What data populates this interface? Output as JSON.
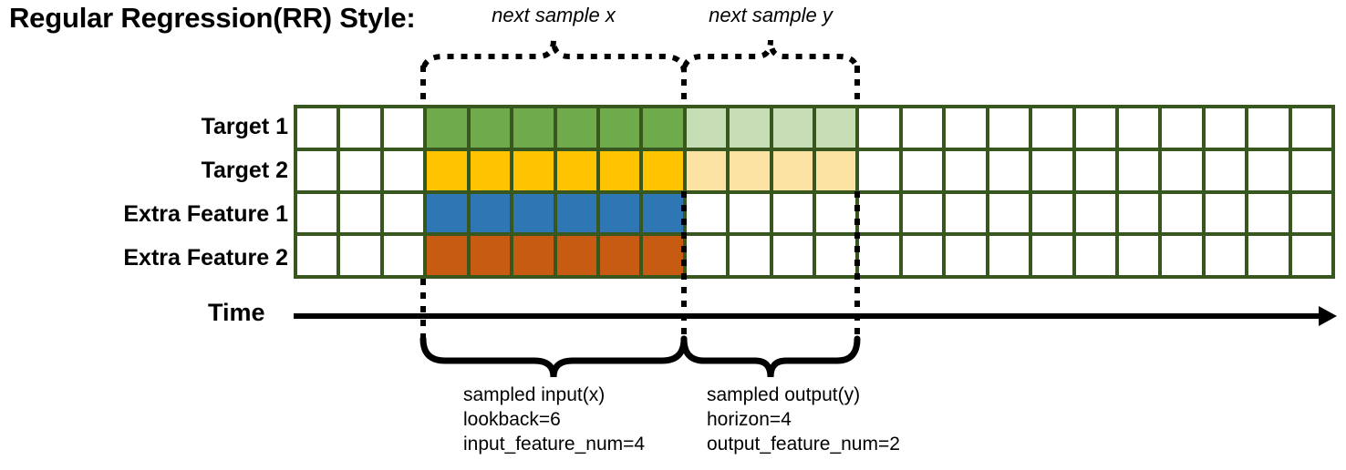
{
  "title": "Regular Regression(RR) Style:",
  "colors": {
    "grid_border": "#38571F",
    "target1": "#6FAB4A",
    "target1_light": "#C6DDB5",
    "target2": "#FFC300",
    "target2_light": "#FCE3A4",
    "extra1": "#2E76B4",
    "extra2": "#C75B11",
    "empty": "#FFFFFF",
    "annotation": "#000000"
  },
  "rows": [
    {
      "label": "Target 1",
      "name": "target-1"
    },
    {
      "label": "Target 2",
      "name": "target-2"
    },
    {
      "label": "Extra Feature 1",
      "name": "extra-feature-1"
    },
    {
      "label": "Extra Feature 2",
      "name": "extra-feature-2"
    }
  ],
  "grid": {
    "total_columns": 24,
    "input_start_col": 4,
    "input_end_col": 9,
    "output_start_col": 10,
    "output_end_col": 13,
    "cells": [
      [
        "empty",
        "empty",
        "empty",
        "target1",
        "target1",
        "target1",
        "target1",
        "target1",
        "target1",
        "target1_light",
        "target1_light",
        "target1_light",
        "target1_light",
        "empty",
        "empty",
        "empty",
        "empty",
        "empty",
        "empty",
        "empty",
        "empty",
        "empty",
        "empty",
        "empty"
      ],
      [
        "empty",
        "empty",
        "empty",
        "target2",
        "target2",
        "target2",
        "target2",
        "target2",
        "target2",
        "target2_light",
        "target2_light",
        "target2_light",
        "target2_light",
        "empty",
        "empty",
        "empty",
        "empty",
        "empty",
        "empty",
        "empty",
        "empty",
        "empty",
        "empty",
        "empty"
      ],
      [
        "empty",
        "empty",
        "empty",
        "extra1",
        "extra1",
        "extra1",
        "extra1",
        "extra1",
        "extra1",
        "empty",
        "empty",
        "empty",
        "empty",
        "empty",
        "empty",
        "empty",
        "empty",
        "empty",
        "empty",
        "empty",
        "empty",
        "empty",
        "empty",
        "empty"
      ],
      [
        "empty",
        "empty",
        "empty",
        "extra2",
        "extra2",
        "extra2",
        "extra2",
        "extra2",
        "extra2",
        "empty",
        "empty",
        "empty",
        "empty",
        "empty",
        "empty",
        "empty",
        "empty",
        "empty",
        "empty",
        "empty",
        "empty",
        "empty",
        "empty",
        "empty"
      ]
    ]
  },
  "time_axis": {
    "label": "Time"
  },
  "top_annotations": [
    {
      "label": "next sample x",
      "name": "next-sample-x"
    },
    {
      "label": "next sample y",
      "name": "next-sample-y"
    }
  ],
  "bottom_annotations": [
    {
      "name": "sampled-input",
      "line1": "sampled input(x)",
      "line2": "lookback=6",
      "line3": "input_feature_num=4"
    },
    {
      "name": "sampled-output",
      "line1": "sampled output(y)",
      "line2": "horizon=4",
      "line3": "output_feature_num=2"
    }
  ]
}
